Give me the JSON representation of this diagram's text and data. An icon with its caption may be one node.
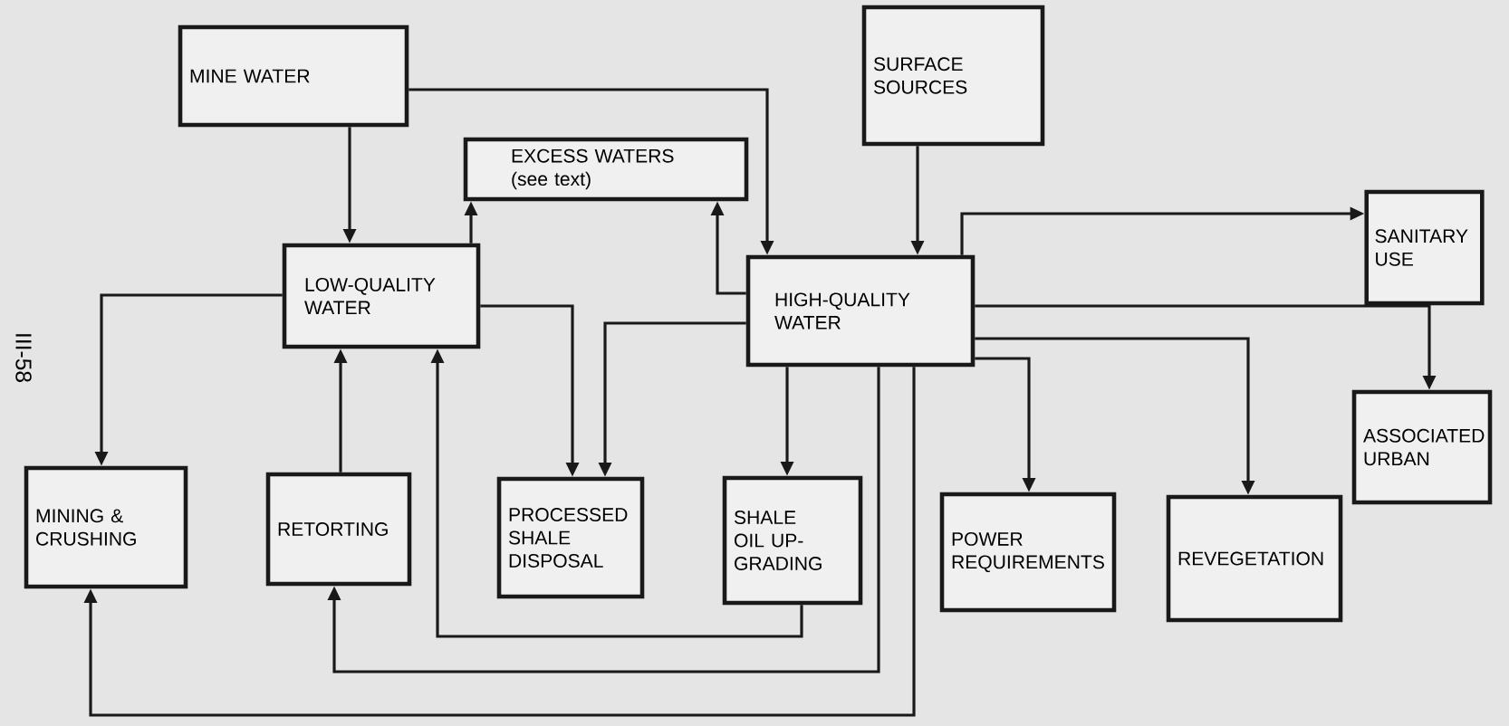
{
  "diagram": {
    "nodes": [
      {
        "text": [
          "MINE WATER"
        ]
      },
      {
        "text": [
          "SURFACE SOURCES"
        ]
      },
      {
        "text": [
          "EXCESS WATERS (see text)"
        ]
      },
      {
        "text": [
          "SANITARY USE"
        ]
      },
      {
        "text": [
          "LOW-QUALITY WATER"
        ]
      },
      {
        "text": [
          "HIGH-QUALITY WATER"
        ]
      },
      {
        "text": [
          "ASSOCIATED URBAN"
        ]
      },
      {
        "text": [
          "MINING & CRUSHING"
        ]
      },
      {
        "text": [
          "RETORTING"
        ]
      },
      {
        "text": [
          "PROCESSED SHALE DISPOSAL"
        ]
      },
      {
        "text": [
          "SHALE OIL UP-GRADING"
        ]
      },
      {
        "text": [
          "POWER REQUIREMENTS"
        ]
      },
      {
        "text": [
          "REVEGETATION"
        ]
      }
    ],
    "edges": [
      {
        "from": 0,
        "to": 4,
        "arrow": "to"
      },
      {
        "from": 0,
        "to": 5,
        "arrow": "to"
      },
      {
        "from": 1,
        "to": 5,
        "arrow": "to"
      },
      {
        "from": 4,
        "to": 2,
        "arrow": "to"
      },
      {
        "from": 5,
        "to": 2,
        "arrow": "to"
      },
      {
        "from": 5,
        "to": 3,
        "arrow": "to"
      },
      {
        "from": 5,
        "to": 6,
        "arrow": "to"
      },
      {
        "from": 5,
        "to": 12,
        "arrow": "to"
      },
      {
        "from": 5,
        "to": 11,
        "arrow": "to"
      },
      {
        "from": 5,
        "to": 10,
        "arrow": "to"
      },
      {
        "from": 5,
        "to": 9,
        "arrow": "to"
      },
      {
        "from": 4,
        "to": 9,
        "arrow": "to"
      },
      {
        "from": 4,
        "to": 7,
        "arrow": "to"
      },
      {
        "from": 8,
        "to": 4,
        "arrow": "to"
      },
      {
        "from": 10,
        "to": 4,
        "arrow": "to"
      },
      {
        "from": 5,
        "to": 8,
        "arrow": "to"
      },
      {
        "from": 5,
        "to": 7,
        "arrow": "to"
      }
    ],
    "labels": [
      "III-58"
    ]
  }
}
